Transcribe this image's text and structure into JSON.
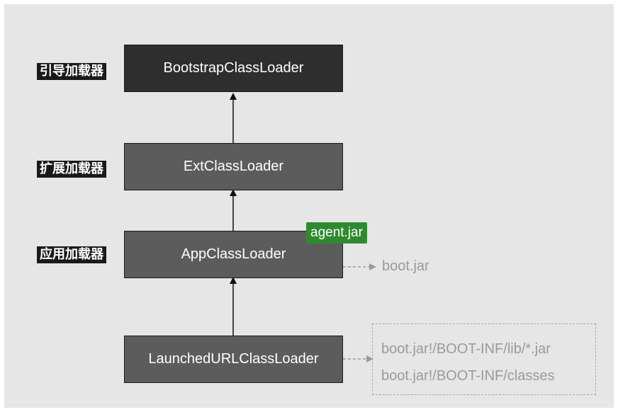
{
  "labels": {
    "bootstrap_tag": "引导加载器",
    "ext_tag": "扩展加载器",
    "app_tag": "应用加载器"
  },
  "loaders": {
    "bootstrap": "BootstrapClassLoader",
    "ext": "ExtClassLoader",
    "app": "AppClassLoader",
    "launched": "LaunchedURLClassLoader"
  },
  "badge": "agent.jar",
  "app_source": "boot.jar",
  "launched_sources": [
    "boot.jar!/BOOT-INF/lib/*.jar",
    "boot.jar!/BOOT-INF/classes"
  ],
  "colors": {
    "background": "#e6e6e6",
    "bootstrap_box": "#2e2e2e",
    "loader_box": "#5c5c5c",
    "badge": "#2f8a2f",
    "muted_text": "#9a9a9a"
  }
}
